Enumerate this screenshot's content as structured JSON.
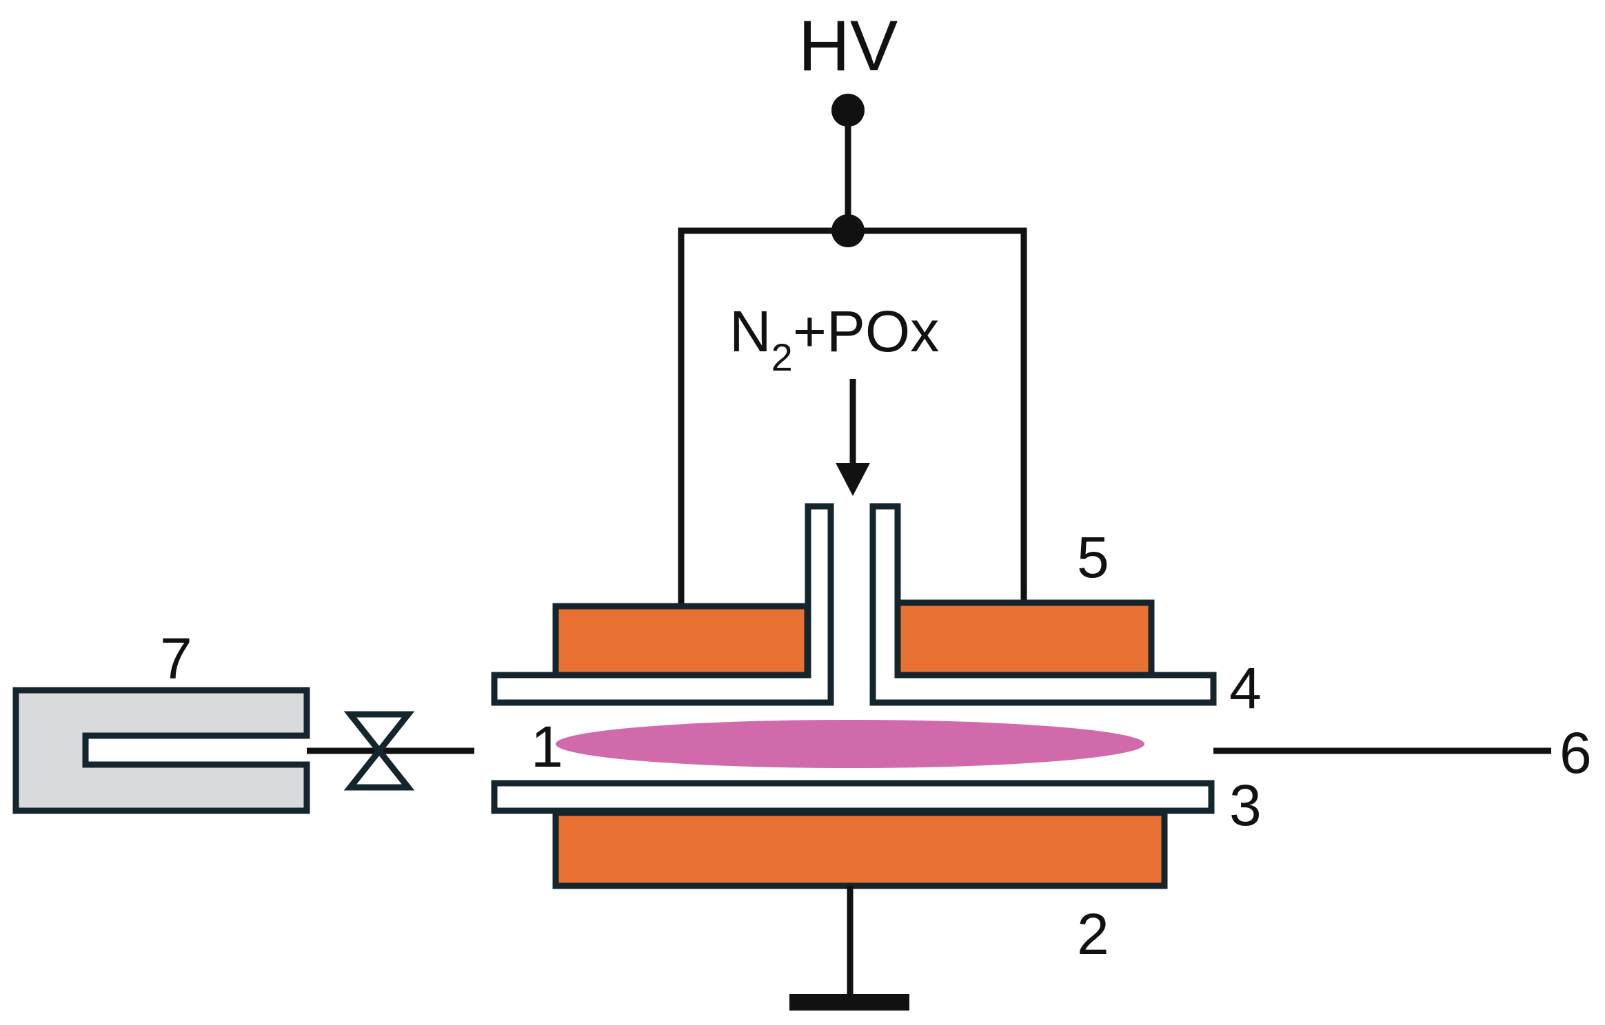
{
  "labels": {
    "hv": "HV",
    "gas_main": "N",
    "gas_sub": "2",
    "gas_tail": "+POx",
    "plasma": "1",
    "ground_electrode": "2",
    "bottom_dielectric": "3",
    "top_dielectric": "4",
    "top_electrode": "5",
    "outlet": "6",
    "detector": "7"
  },
  "colors": {
    "electrode": "#E87133",
    "outline": "#14252E",
    "plasma": "#D16AAB",
    "detector_fill": "#D9DADB",
    "wire": "#111111"
  }
}
